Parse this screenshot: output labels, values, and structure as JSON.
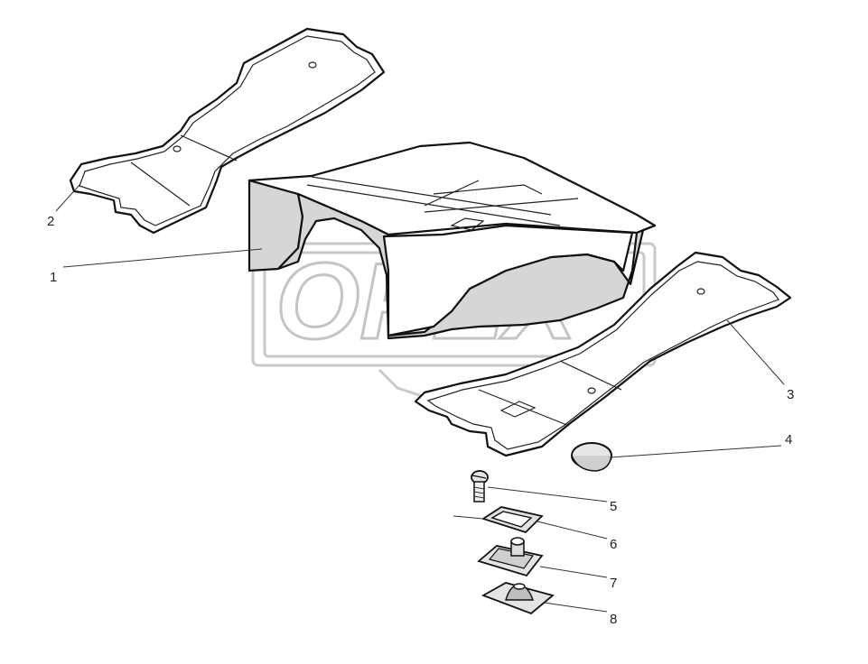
{
  "watermark": {
    "text": "OPEX"
  },
  "callouts": [
    {
      "id": "1",
      "label": "1"
    },
    {
      "id": "2",
      "label": "2"
    },
    {
      "id": "3",
      "label": "3"
    },
    {
      "id": "4",
      "label": "4"
    },
    {
      "id": "5",
      "label": "5"
    },
    {
      "id": "6",
      "label": "6"
    },
    {
      "id": "7",
      "label": "7"
    },
    {
      "id": "8",
      "label": "8"
    }
  ]
}
